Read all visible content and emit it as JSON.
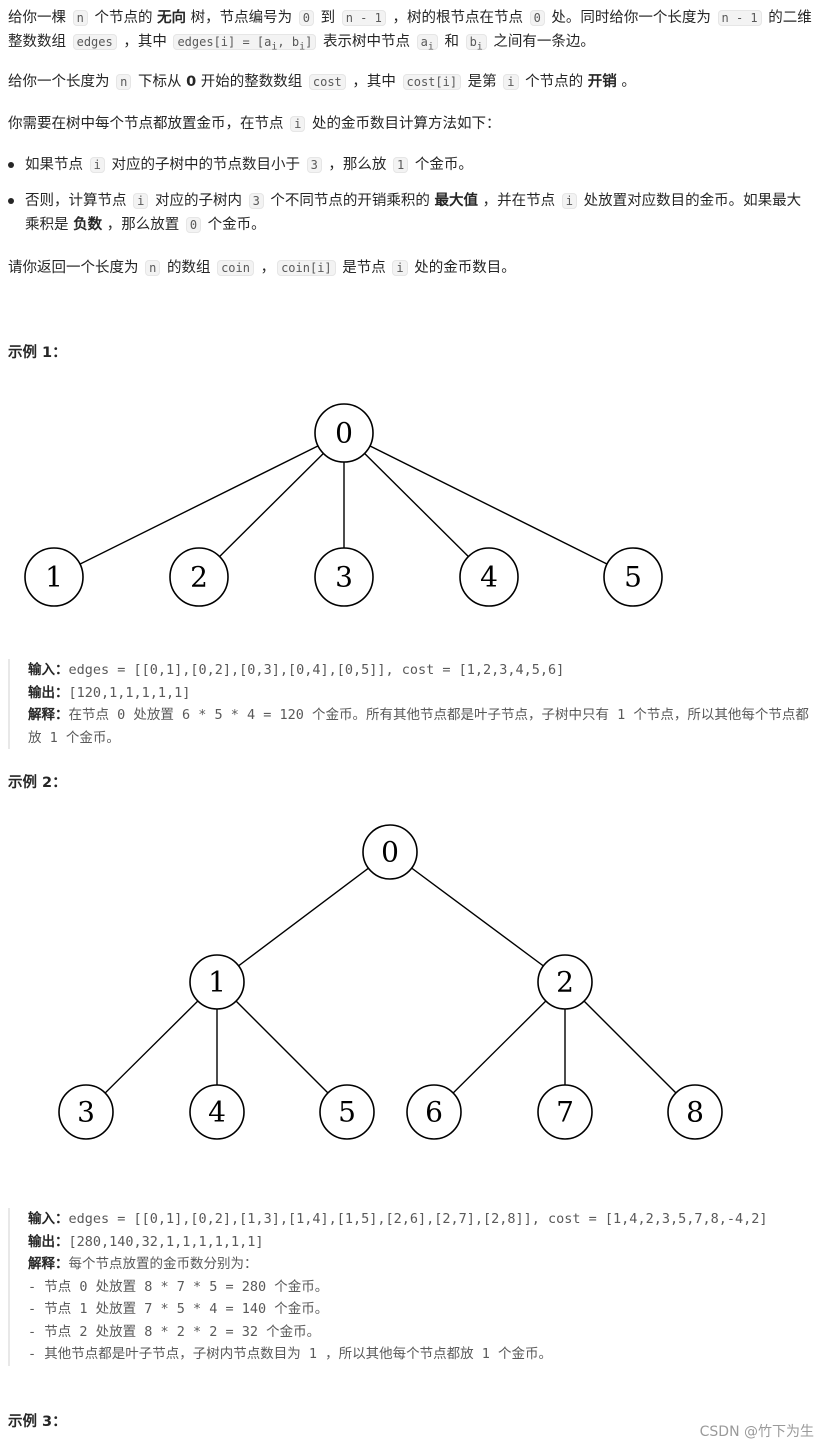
{
  "desc": {
    "p1": {
      "t1": "给你一棵 ",
      "c1": "n",
      "t2": " 个节点的 ",
      "b1": "无向",
      "t3": " 树，节点编号为 ",
      "c2": "0",
      "t4": " 到 ",
      "c3": "n - 1",
      "t5": " ，树的根节点在节点 ",
      "c4": "0",
      "t6": " 处。同时给你一个长度为 ",
      "c5": "n - 1",
      "t7": " 的二维整数数组 ",
      "c6": "edges",
      "t8": " ，其中 ",
      "c7": "edges[i] = [a",
      "c7s1": "i",
      "c7m": ", b",
      "c7s2": "i",
      "c7e": "]",
      "t9": " 表示树中节点 ",
      "c8": "a",
      "c8s": "i",
      "t10": " 和 ",
      "c9": "b",
      "c9s": "i",
      "t11": " 之间有一条边。"
    },
    "p2": {
      "t1": "给你一个长度为 ",
      "c1": "n",
      "t2": " 下标从 ",
      "b1": "0",
      "t3": " 开始的整数数组 ",
      "c2": "cost",
      "t4": " ，其中 ",
      "c3": "cost[i]",
      "t5": " 是第 ",
      "c4": "i",
      "t6": " 个节点的 ",
      "b2": "开销",
      "t7": " 。"
    },
    "p3": {
      "t1": "你需要在树中每个节点都放置金币，在节点 ",
      "c1": "i",
      "t2": " 处的金币数目计算方法如下："
    },
    "li1": {
      "t1": "如果节点 ",
      "c1": "i",
      "t2": " 对应的子树中的节点数目小于 ",
      "c2": "3",
      "t3": " ，那么放 ",
      "c3": "1",
      "t4": " 个金币。"
    },
    "li2": {
      "t1": "否则，计算节点 ",
      "c1": "i",
      "t2": " 对应的子树内 ",
      "c2": "3",
      "t3": " 个不同节点的开销乘积的 ",
      "b1": "最大值",
      "t4": " ，并在节点 ",
      "c3": "i",
      "t5": " 处放置对应数目的金币。如果最大乘积是 ",
      "b2": "负数",
      "t6": " ，那么放置 ",
      "c4": "0",
      "t7": " 个金币。"
    },
    "p4": {
      "t1": "请你返回一个长度为 ",
      "c1": "n",
      "t2": " 的数组 ",
      "c2": "coin",
      "t3": " ，",
      "c3": "coin[i]",
      "t4": " 是节点 ",
      "c4": "i",
      "t5": " 处的金币数目。"
    }
  },
  "examples": [
    {
      "title": "示例 1：",
      "tree": {
        "nodes": [
          "0",
          "1",
          "2",
          "3",
          "4",
          "5"
        ]
      },
      "input_label": "输入：",
      "input": "edges = [[0,1],[0,2],[0,3],[0,4],[0,5]], cost = [1,2,3,4,5,6]",
      "output_label": "输出：",
      "output": "[120,1,1,1,1,1]",
      "explain_label": "解释：",
      "explain": "在节点 0 处放置 6 * 5 * 4 = 120 个金币。所有其他节点都是叶子节点，子树中只有 1 个节点，所以其他每个节点都放 1 个金币。"
    },
    {
      "title": "示例 2：",
      "tree": {
        "nodes": [
          "0",
          "1",
          "2",
          "3",
          "4",
          "5",
          "6",
          "7",
          "8"
        ]
      },
      "input_label": "输入：",
      "input": "edges = [[0,1],[0,2],[1,3],[1,4],[1,5],[2,6],[2,7],[2,8]], cost = [1,4,2,3,5,7,8,-4,2]",
      "output_label": "输出：",
      "output": "[280,140,32,1,1,1,1,1,1]",
      "explain_label": "解释：",
      "explain": "每个节点放置的金币数分别为：",
      "explain_lines": [
        "- 节点 0 处放置 8 * 7 * 5 = 280 个金币。",
        "- 节点 1 处放置 7 * 5 * 4 = 140 个金币。",
        "- 节点 2 处放置 8 * 2 * 2 = 32 个金币。",
        "- 其他节点都是叶子节点，子树内节点数目为 1 ，所以其他每个节点都放 1 个金币。"
      ]
    },
    {
      "title": "示例 3："
    }
  ],
  "watermark": "CSDN @竹下为生"
}
